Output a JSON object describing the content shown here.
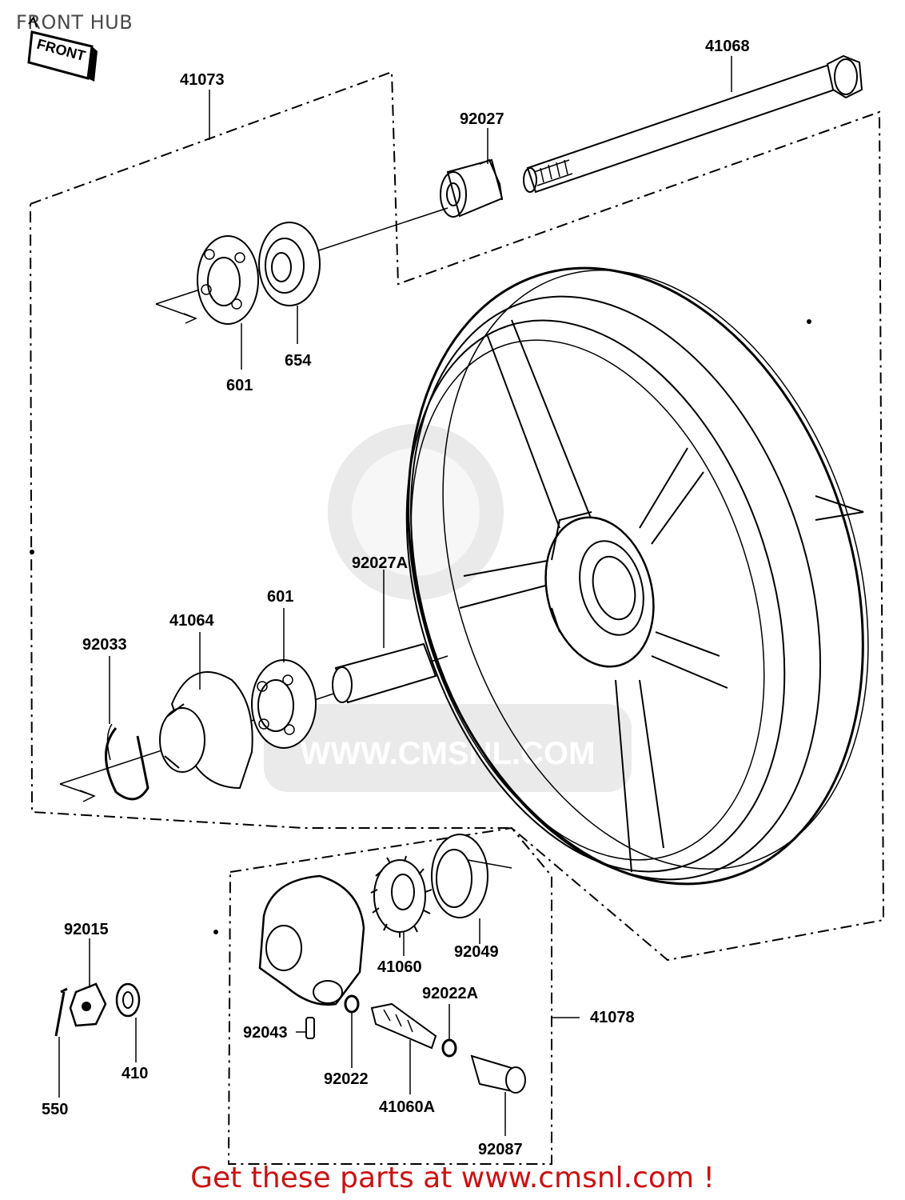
{
  "title": "FRONT HUB",
  "front_tag": "FRONT",
  "watermark": "WWW.CMSNL.COM",
  "footer_link": "Get these parts at www.cmsnl.com !",
  "part_labels": {
    "p41068": "41068",
    "p41073": "41073",
    "p92027": "92027",
    "p601_top": "601",
    "p654": "654",
    "p92027A": "92027A",
    "p601_mid": "601",
    "p41064": "41064",
    "p92033": "92033",
    "p92015": "92015",
    "p410": "410",
    "p550": "550",
    "p41060": "41060",
    "p92049": "92049",
    "p92022A": "92022A",
    "p41078": "41078",
    "p92043": "92043",
    "p92022": "92022",
    "p41060A": "41060A",
    "p92087": "92087"
  }
}
